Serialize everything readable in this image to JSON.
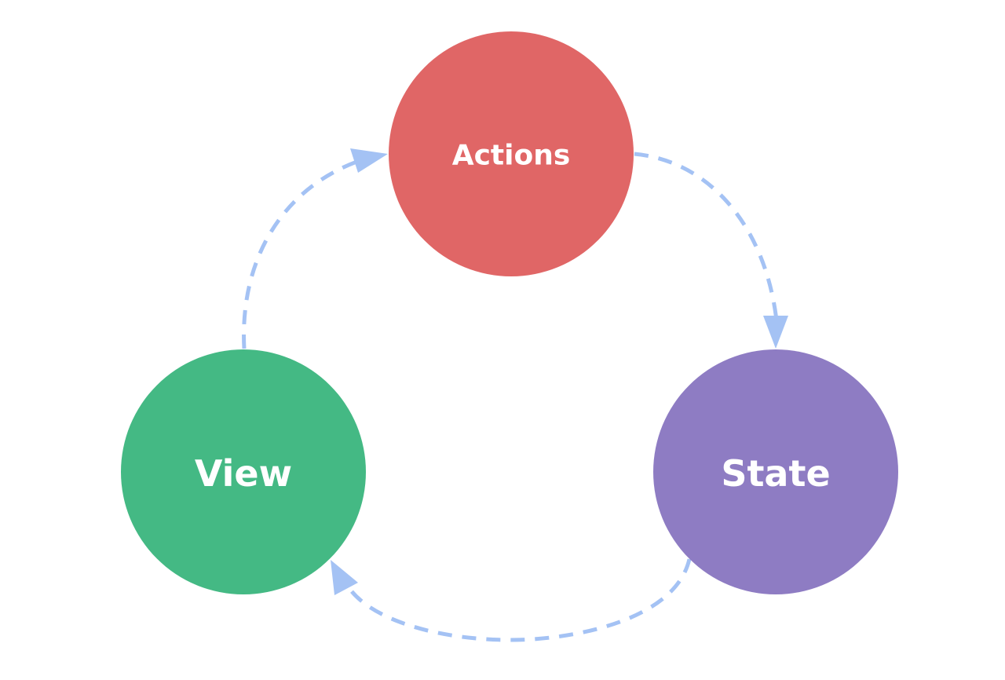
{
  "diagram": {
    "nodes": {
      "actions": {
        "label": "Actions",
        "color": "#e06666"
      },
      "state": {
        "label": "State",
        "color": "#8e7cc3"
      },
      "view": {
        "label": "View",
        "color": "#44b984"
      }
    },
    "arrow_color": "#a4c2f4",
    "edges": [
      {
        "from": "Actions",
        "to": "State"
      },
      {
        "from": "State",
        "to": "View"
      },
      {
        "from": "View",
        "to": "Actions"
      }
    ]
  }
}
